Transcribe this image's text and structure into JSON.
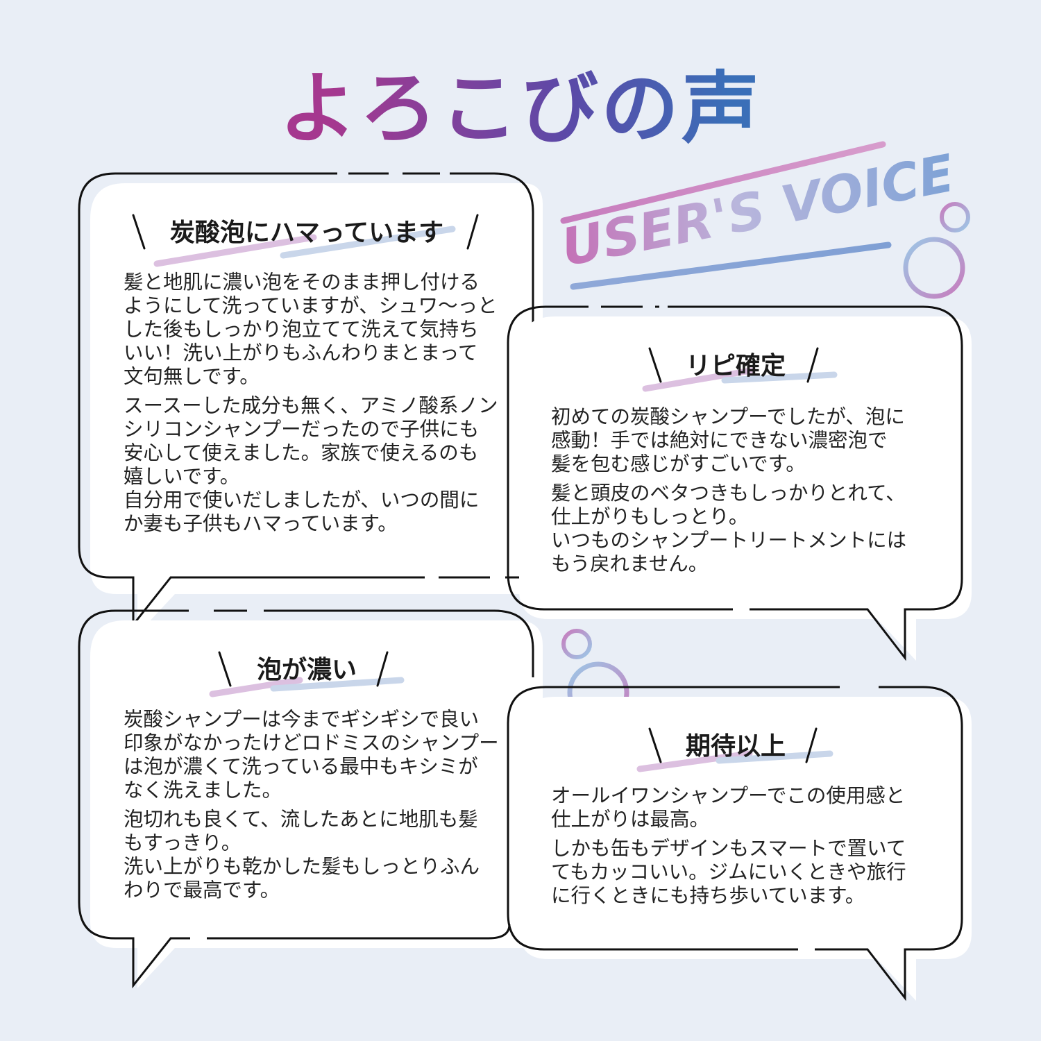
{
  "page": {
    "title": "よろこびの声",
    "subtitle": "USER'S VOICE"
  },
  "colors": {
    "background": "#e9eef6",
    "title_start": "#a5388f",
    "title_end": "#3a6fb8",
    "accent_pink": "#c77cbd",
    "accent_blue": "#7fa6d8"
  },
  "reviews": [
    {
      "heading": "炭酸泡にハマっています",
      "paragraphs": [
        "髪と地肌に濃い泡をそのまま押し付ける\nようにして洗っていますが、シュワ～っと\nした後もしっかり泡立てて洗えて気持ち\nいい！洗い上がりもふんわりまとまって\n文句無しです。",
        "スースーした成分も無く、アミノ酸系ノン\nシリコンシャンプーだったので子供にも\n安心して使えました。家族で使えるのも\n嬉しいです。\n自分用で使いだしましたが、いつの間に\nか妻も子供もハマっています。"
      ]
    },
    {
      "heading": "リピ確定",
      "paragraphs": [
        "初めての炭酸シャンプーでしたが、泡に\n感動！手では絶対にできない濃密泡で\n髪を包む感じがすごいです。",
        "髪と頭皮のベタつきもしっかりとれて、\n仕上がりもしっとり。\nいつものシャンプートリートメントには\nもう戻れません。"
      ]
    },
    {
      "heading": "泡が濃い",
      "paragraphs": [
        "炭酸シャンプーは今までギシギシで良い\n印象がなかったけどロドミスのシャンプー\nは泡が濃くて洗っている最中もキシミが\nなく洗えました。",
        "泡切れも良くて、流したあとに地肌も髪\nもすっきり。\n洗い上がりも乾かした髪もしっとりふん\nわりで最高です。"
      ]
    },
    {
      "heading": "期待以上",
      "paragraphs": [
        "オールイワンシャンプーでこの使用感と\n仕上がりは最高。",
        "しかも缶もデザインもスマートで置いて\nてもカッコいい。ジムにいくときや旅行\nに行くときにも持ち歩いています。"
      ]
    }
  ]
}
